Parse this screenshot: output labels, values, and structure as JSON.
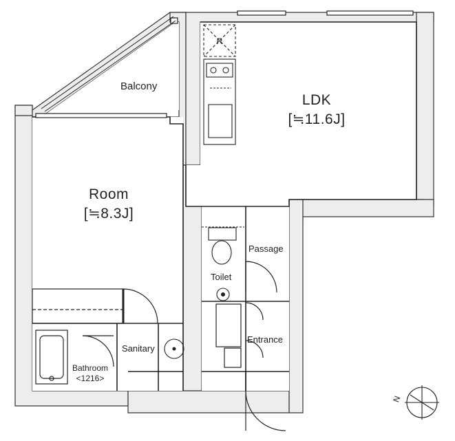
{
  "rooms": {
    "ldk": {
      "name": "LDK",
      "area": "[≒11.6J]"
    },
    "room": {
      "name": "Room",
      "area": "[≒8.3J]"
    },
    "balcony": {
      "name": "Balcony"
    },
    "passage": {
      "name": "Passage"
    },
    "toilet": {
      "name": "Toilet"
    },
    "entrance": {
      "name": "Entrance"
    },
    "sanitary": {
      "name": "Sanitary"
    },
    "bathroom": {
      "name": "Bathroom",
      "size": "<1216>"
    }
  },
  "fixtures": {
    "refrigerator": "R"
  },
  "compass": {
    "north_label": "N"
  },
  "colors": {
    "wall": "#ededed",
    "wall_stroke": "#333333",
    "line": "#222222"
  }
}
